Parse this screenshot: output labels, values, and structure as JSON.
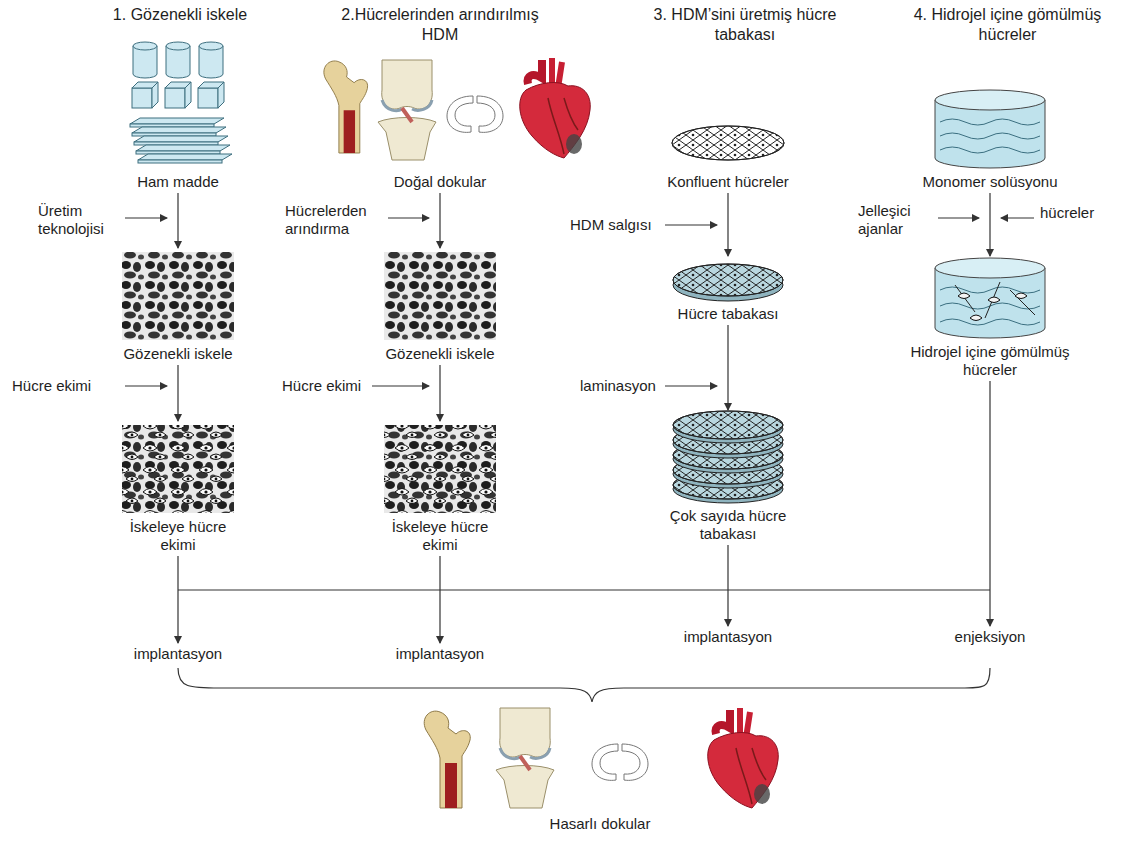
{
  "diagram": {
    "nodes": [
      {
        "text": [
          "Ham madde"
        ]
      },
      {
        "text": [
          "Gözenekli iskele"
        ]
      },
      {
        "text": [
          "İskeleye hücre ekimi"
        ]
      },
      {
        "text": [
          "Doğal dokular"
        ]
      },
      {
        "text": [
          "Gözenekli iskele"
        ]
      },
      {
        "text": [
          "İskeleye hücre ekimi"
        ]
      },
      {
        "text": [
          "Konfluent hücreler"
        ]
      },
      {
        "text": [
          "Hücre tabakası"
        ]
      },
      {
        "text": [
          "Çok sayıda hücre tabakası"
        ]
      },
      {
        "text": [
          "Monomer solüsyonu"
        ]
      },
      {
        "text": [
          "Hidrojel içine gömülmüş hücreler"
        ]
      },
      {
        "text": [
          "implantasyon"
        ]
      },
      {
        "text": [
          "implantasyon"
        ]
      },
      {
        "text": [
          "implantasyon"
        ]
      },
      {
        "text": [
          "enjeksiyon"
        ]
      },
      {
        "text": [
          "Hasarlı dokular"
        ]
      }
    ],
    "edges": [
      {
        "from": 0,
        "to": 1,
        "arrow": "to"
      },
      {
        "from": 1,
        "to": 2,
        "arrow": "to"
      },
      {
        "from": 3,
        "to": 4,
        "arrow": "to"
      },
      {
        "from": 4,
        "to": 5,
        "arrow": "to"
      },
      {
        "from": 6,
        "to": 7,
        "arrow": "to"
      },
      {
        "from": 7,
        "to": 8,
        "arrow": "to"
      },
      {
        "from": 9,
        "to": 10,
        "arrow": "to"
      },
      {
        "from": 2,
        "to": 11,
        "arrow": "to"
      },
      {
        "from": 5,
        "to": 12,
        "arrow": "to"
      },
      {
        "from": 8,
        "to": 13,
        "arrow": "to"
      },
      {
        "from": 10,
        "to": 14,
        "arrow": "to"
      }
    ],
    "labels": [
      "1. Gözenekli iskele",
      "2.Hücrelerinden arındırılmış HDM",
      "3. HDM’sini üretmiş hücre tabakası",
      "4. Hidrojel içine gömülmüş hücreler",
      "Üretim teknolojisi",
      "Hücre ekimi",
      "Hücrelerden arındırma",
      "Hücre ekimi",
      "HDM salgısı",
      "laminasyon",
      "Jelleşici ajanlar",
      "hücreler"
    ]
  }
}
